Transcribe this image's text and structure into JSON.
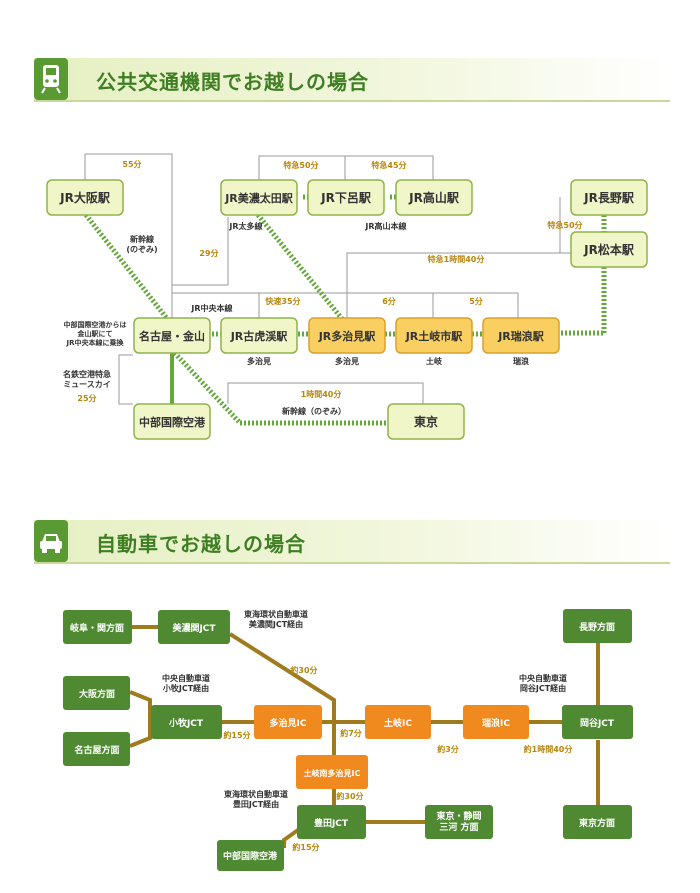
{
  "transit": {
    "title": "公共交通機関でお越しの場合",
    "stations": {
      "osaka": "JR大阪駅",
      "minoota": "JR美濃太田駅",
      "gero": "JR下呂駅",
      "takayama": "JR高山駅",
      "nagano": "JR長野駅",
      "matsumoto": "JR松本駅",
      "nagoya": "名古屋・金山",
      "kokeiji": "JR古虎渓駅",
      "tajimi": "JR多治見駅",
      "tokishi": "JR土岐市駅",
      "mizunami": "JR瑞浪駅",
      "centrair": "中部国際空港",
      "tokyo": "東京"
    },
    "labels": {
      "t55": "55分",
      "tokkyu50": "特急50分",
      "tokkyu45": "特急45分",
      "tokkyu50b": "特急50分",
      "shinkansen_nozomi": "新幹線\n(のぞみ)",
      "t29": "29分",
      "taita": "JR太多線",
      "takayama_line": "JR高山本線",
      "tokkyu140": "特急1時間40分",
      "chuo_line": "JR中央本線",
      "kaisoku35": "快速35分",
      "t6": "6分",
      "t5": "5分",
      "note_transfer": "中部国際空港からは\n金山駅にて\nJR中央本線に乗換",
      "sub_tajimi1": "多治見",
      "sub_tajimi2": "多治見",
      "sub_toki": "土岐",
      "sub_mizunami": "瑞浪",
      "meitetsu": "名鉄空港特急\nミュースカイ",
      "t25": "25分",
      "t140": "1時間40分",
      "shinkansen_nozomi2": "新幹線（のぞみ）"
    }
  },
  "car": {
    "title": "自動車でお越しの場合",
    "nodes": {
      "gifu": "岐阜・関方面",
      "minoseki": "美濃関JCT",
      "nagano": "長野方面",
      "osaka": "大阪方面",
      "komaki": "小牧JCT",
      "nagoya": "名古屋方面",
      "tajimi_ic": "多治見IC",
      "toki_ic": "土岐IC",
      "mizunami_ic": "瑞浪IC",
      "okaya": "岡谷JCT",
      "tokiminami": "土岐南多治見IC",
      "toyota": "豊田JCT",
      "tokyo_shizuoka": "東京・静岡\n三河 方面",
      "tokyo": "東京方面",
      "centrair": "中部国際空港"
    },
    "labels": {
      "tokai_minoseki": "東海環状自動車道\n美濃関JCT経由",
      "y30a": "約30分",
      "chuo_komaki": "中央自動車道\n小牧JCT経由",
      "chuo_okaya": "中央自動車道\n岡谷JCT経由",
      "y15a": "約15分",
      "y7": "約7分",
      "y3": "約3分",
      "y140": "約1時間40分",
      "tokai_toyota": "東海環状自動車道\n豊田JCT経由",
      "y30b": "約30分",
      "y15b": "約15分"
    }
  },
  "colors": {
    "header_green": "#3f7f23",
    "station_box": "#f1f6c8",
    "station_border": "#8fb34a",
    "station_highlight": "#f9cf62",
    "rail_green": "#62a83a",
    "time_gold": "#b8860b",
    "road_brown": "#a07b1e",
    "node_green": "#4f8a32",
    "node_orange": "#f08a1e"
  }
}
